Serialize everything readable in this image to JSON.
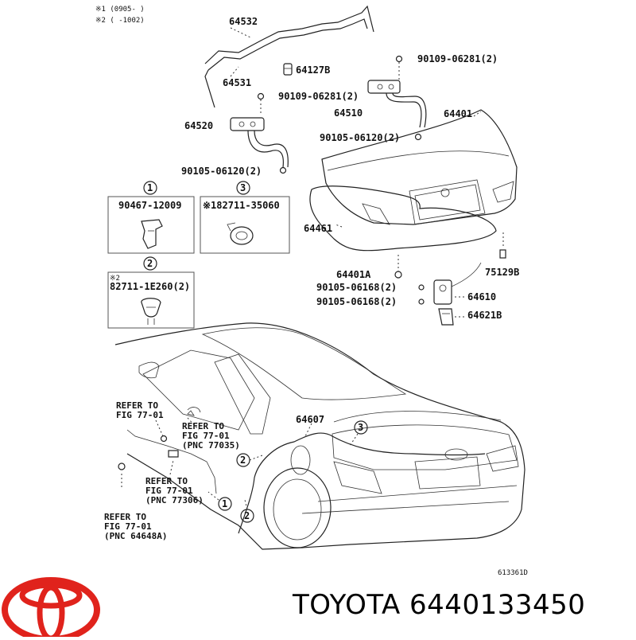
{
  "notes": {
    "note1": "※1 (0905-      )",
    "note2": "※2 (     -1002)"
  },
  "parts": {
    "p64532": "64532",
    "p64531": "64531",
    "p64127B": "64127B",
    "p90109_top": "90109-06281(2)",
    "p90109_mid": "90109-06281(2)",
    "p64510": "64510",
    "p64520": "64520",
    "p64401": "64401",
    "p90105_r": "90105-06120(2)",
    "p90105_l": "90105-06120(2)",
    "p64461": "64461",
    "p64401A": "64401A",
    "p75129B": "75129B",
    "p90105_06168a": "90105-06168(2)",
    "p90105_06168b": "90105-06168(2)",
    "p64610": "64610",
    "p64621B": "64621B",
    "p64607": "64607"
  },
  "boxes": {
    "box1": {
      "num": "1",
      "part": "90467-12009"
    },
    "box3": {
      "num": "3",
      "part": "※182711-35060"
    },
    "box2": {
      "num": "2",
      "note": "※2",
      "part": "82711-1E260(2)"
    }
  },
  "callouts": {
    "c3": "3",
    "c2a": "2",
    "c2b": "2",
    "c1": "1"
  },
  "refs": {
    "ref1": [
      "REFER TO",
      "FIG 77-01"
    ],
    "ref2": [
      "REFER TO",
      "FIG 77-01",
      "(PNC 77035)"
    ],
    "ref3": [
      "REFER TO",
      "FIG 77-01",
      "(PNC 77306)"
    ],
    "ref4": [
      "REFER TO",
      "FIG 77-01",
      "(PNC 64648A)"
    ]
  },
  "diagram_id": "613361D",
  "footer": {
    "brand": "TOYOTA",
    "part_number": "6440133450",
    "logo_color": "#e0231c"
  }
}
